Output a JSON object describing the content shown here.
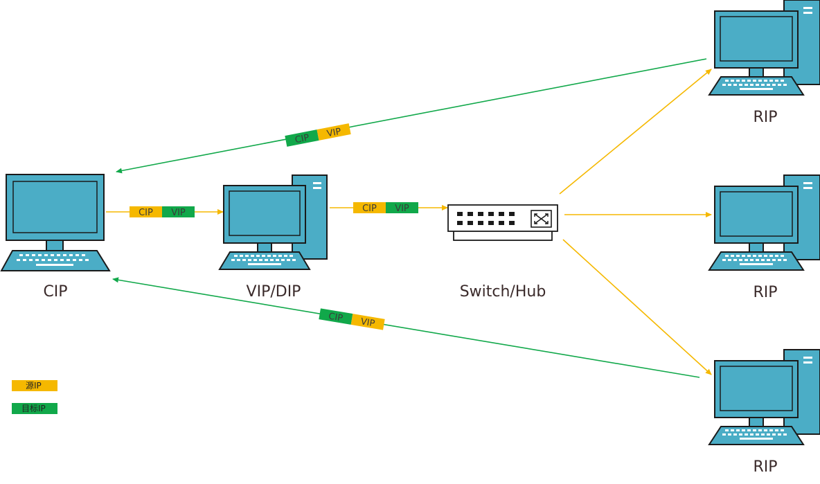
{
  "colors": {
    "source": "#F5B800",
    "destination": "#11A84A",
    "monitor": "#4BADC6",
    "device_stroke": "#1a1a1a",
    "label": "#3a2a2a"
  },
  "nodes": {
    "client": {
      "label": "CIP",
      "icon": "monitor-icon"
    },
    "director": {
      "label": "VIP/DIP",
      "icon": "desktop-computer-icon"
    },
    "switch": {
      "label": "Switch/Hub",
      "icon": "network-switch-icon"
    },
    "real_top": {
      "label": "RIP",
      "icon": "desktop-computer-icon"
    },
    "real_mid": {
      "label": "RIP",
      "icon": "desktop-computer-icon"
    },
    "real_bottom": {
      "label": "RIP",
      "icon": "desktop-computer-icon"
    }
  },
  "packets": {
    "client_to_director": {
      "source": "CIP",
      "destination": "VIP"
    },
    "director_to_switch": {
      "source": "CIP",
      "destination": "VIP"
    },
    "top_reply": {
      "destination": "CIP",
      "source": "VIP"
    },
    "bottom_reply": {
      "destination": "CIP",
      "source": "VIP"
    }
  },
  "legend": {
    "source_label": "源IP",
    "destination_label": "目标IP"
  }
}
